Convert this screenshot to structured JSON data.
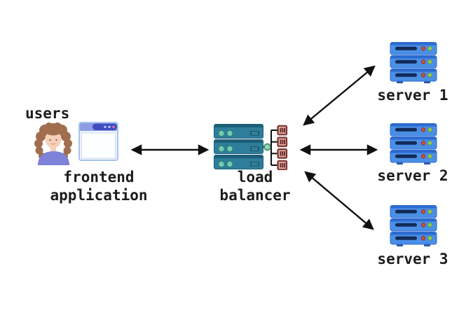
{
  "diagram": {
    "background": "#ffffff",
    "text_color": "#1c1c1c",
    "nodes": {
      "users": {
        "label": "users",
        "icon": "person-icon"
      },
      "frontend": {
        "line1": "frontend",
        "line2": "application",
        "icon": "browser-window-icon"
      },
      "load_balancer": {
        "line1": "load",
        "line2": "balancer",
        "icon": "load-balancer-icon"
      },
      "server1": {
        "label": "server 1",
        "icon": "server-icon"
      },
      "server2": {
        "label": "server 2",
        "icon": "server-icon"
      },
      "server3": {
        "label": "server 3",
        "icon": "server-icon"
      }
    },
    "connections": [
      {
        "from": "frontend application",
        "to": "load balancer",
        "bidirectional": true
      },
      {
        "from": "load balancer",
        "to": "server 1",
        "bidirectional": true
      },
      {
        "from": "load balancer",
        "to": "server 2",
        "bidirectional": true
      },
      {
        "from": "load balancer",
        "to": "server 3",
        "bidirectional": true
      }
    ],
    "colors": {
      "arrow": "#111111",
      "server_blue": "#4a8fe6",
      "server_slot_navy": "#132a57",
      "status_dot_red": "#c05048",
      "status_dot_green": "#95cc52",
      "load_balancer_teal": "#2e7e9b",
      "load_balancer_dot_green": "#72cbb4",
      "port_node_maroon": "#7b3535",
      "port_node_fill": "#e2a89a",
      "browser_bar_light": "#8e9ce6",
      "browser_bar_dark": "#3f4cc0",
      "browser_dot_pink": "#e86fb0",
      "shirt_purple": "#7d81d8",
      "hair_brown": "#a06e4e",
      "skin": "#f4d0ba"
    }
  }
}
